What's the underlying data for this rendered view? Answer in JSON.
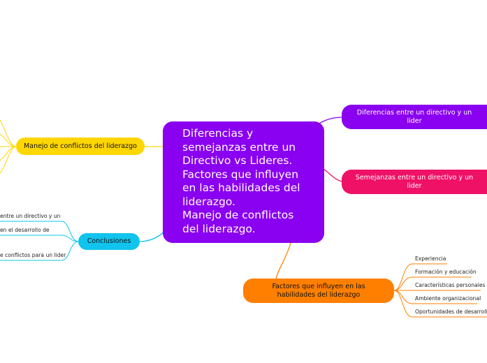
{
  "central": {
    "text": "Diferencias y\nsemejanzas entre un\nDirectivo vs Lideres.\nFactores que influyen\nen las habilidades del\nliderazgo.\nManejo de conflictos\ndel liderazgo."
  },
  "branches": {
    "diferencias": "Diferencias entre un directivo y un lider",
    "semejanzas": "Semejanzas entre un directivo y un lider",
    "manejo": "Manejo de conflictos del liderazgo",
    "conclusiones": "Conclusiones",
    "factores": "Factores que influyen en las habilidades del liderazgo"
  },
  "factores_children": [
    "Experiencia",
    "Formación y educación",
    "Características personales",
    "Ambiente organizacional",
    "Oportunidades de desarrollo"
  ],
  "conclusiones_children": [
    "entre un directivo y un",
    "en el desarrollo de",
    "e conflictos para un lider"
  ],
  "colors": {
    "central": "#8a00f0",
    "diferencias": "#8a00f0",
    "semejanzas": "#ee1166",
    "manejo": "#ffd600",
    "conclusiones": "#10c4ee",
    "factores": "#ff7f00"
  }
}
